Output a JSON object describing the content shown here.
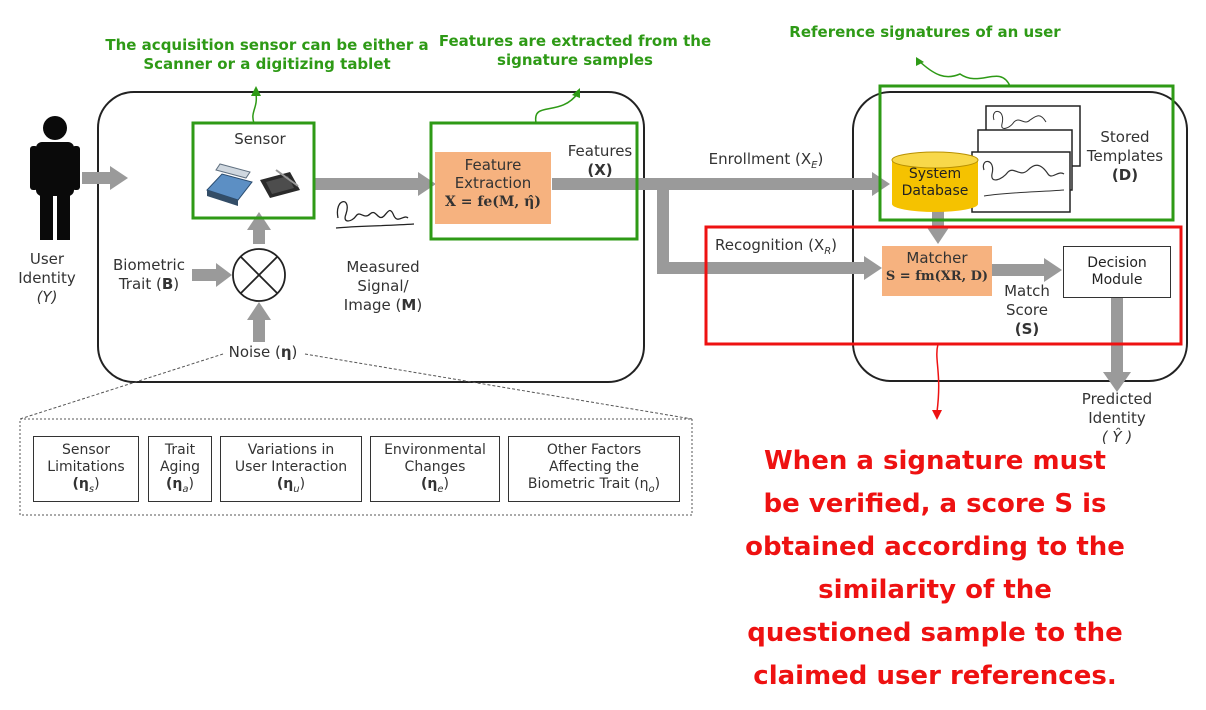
{
  "notes": {
    "sensor_note": "The acquisition sensor can be either a Scanner or a digitizing tablet",
    "features_note": "Features are extracted from the signature samples",
    "reference_note": "Reference signatures of an user"
  },
  "user": {
    "line1": "User",
    "line2": "Identity",
    "symbol": "(Y)"
  },
  "sensor": {
    "label": "Sensor"
  },
  "biometric_trait": {
    "line1": "Biometric",
    "line2": "Trait (",
    "bold": "B",
    "close": ")"
  },
  "measured": {
    "line1": "Measured",
    "line2": "Signal/",
    "line3": "Image (",
    "bold": "M",
    "close": ")"
  },
  "noise": {
    "label": "Noise (",
    "symbol": "η",
    "close": ")"
  },
  "feature_extraction": {
    "line1": "Feature",
    "line2": "Extraction",
    "formula": "X = fe(M, η̂)"
  },
  "features": {
    "line1": "Features",
    "line2": "(X)"
  },
  "enrollment": {
    "label": "Enrollment (X",
    "sub": "E",
    "close": ")"
  },
  "recognition": {
    "label": "Recognition (X",
    "sub": "R",
    "close": ")"
  },
  "system_database": {
    "line1": "System",
    "line2": "Database"
  },
  "stored_templates": {
    "line1": "Stored",
    "line2": "Templates",
    "line3": "(D)"
  },
  "matcher": {
    "label": "Matcher",
    "formula": "S = fm(XR, D)"
  },
  "decision_module": {
    "line1": "Decision",
    "line2": "Module"
  },
  "match_score": {
    "line1": "Match",
    "line2": "Score",
    "line3": "(S)"
  },
  "predicted_identity": {
    "line1": "Predicted",
    "line2": "Identity",
    "line3": "( Ŷ )"
  },
  "noise_factors": [
    {
      "line1": "Sensor",
      "line2": "Limitations",
      "sym": "(η",
      "sub": "s",
      "close": ")"
    },
    {
      "line1": "Trait",
      "line2": "Aging",
      "sym": "(η",
      "sub": "a",
      "close": ")"
    },
    {
      "line1": "Variations in",
      "line2": "User Interaction",
      "sym": "(η",
      "sub": "u",
      "close": ")"
    },
    {
      "line1": "Environmental",
      "line2": "Changes",
      "sym": "(η",
      "sub": "e",
      "close": ")"
    },
    {
      "line1": "Other Factors",
      "line2": "Affecting the",
      "sym": "Biometric Trait (η",
      "sub": "o",
      "close": ")"
    }
  ],
  "verification_note": [
    "When a signature must",
    "be verified, a score S is",
    "obtained according to the",
    "similarity of the",
    "questioned sample to the",
    "claimed user references."
  ],
  "colors": {
    "green": "#2e9a16",
    "red": "#ee1111",
    "orange": "#f6b27f",
    "arrow": "#9a9a9a",
    "database": "#f5c200"
  }
}
